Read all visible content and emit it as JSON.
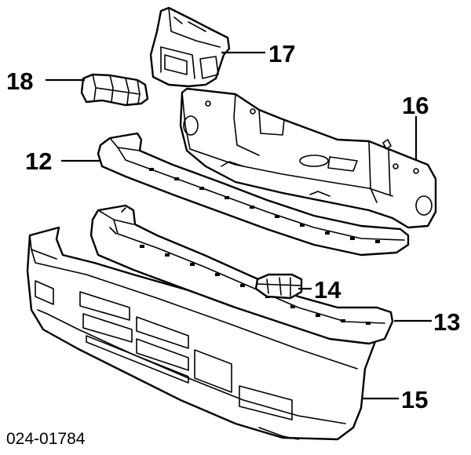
{
  "callouts": {
    "c12": "12",
    "c13": "13",
    "c14": "14",
    "c15": "15",
    "c16": "16",
    "c17": "17",
    "c18": "18"
  },
  "document_number": "024-01784"
}
